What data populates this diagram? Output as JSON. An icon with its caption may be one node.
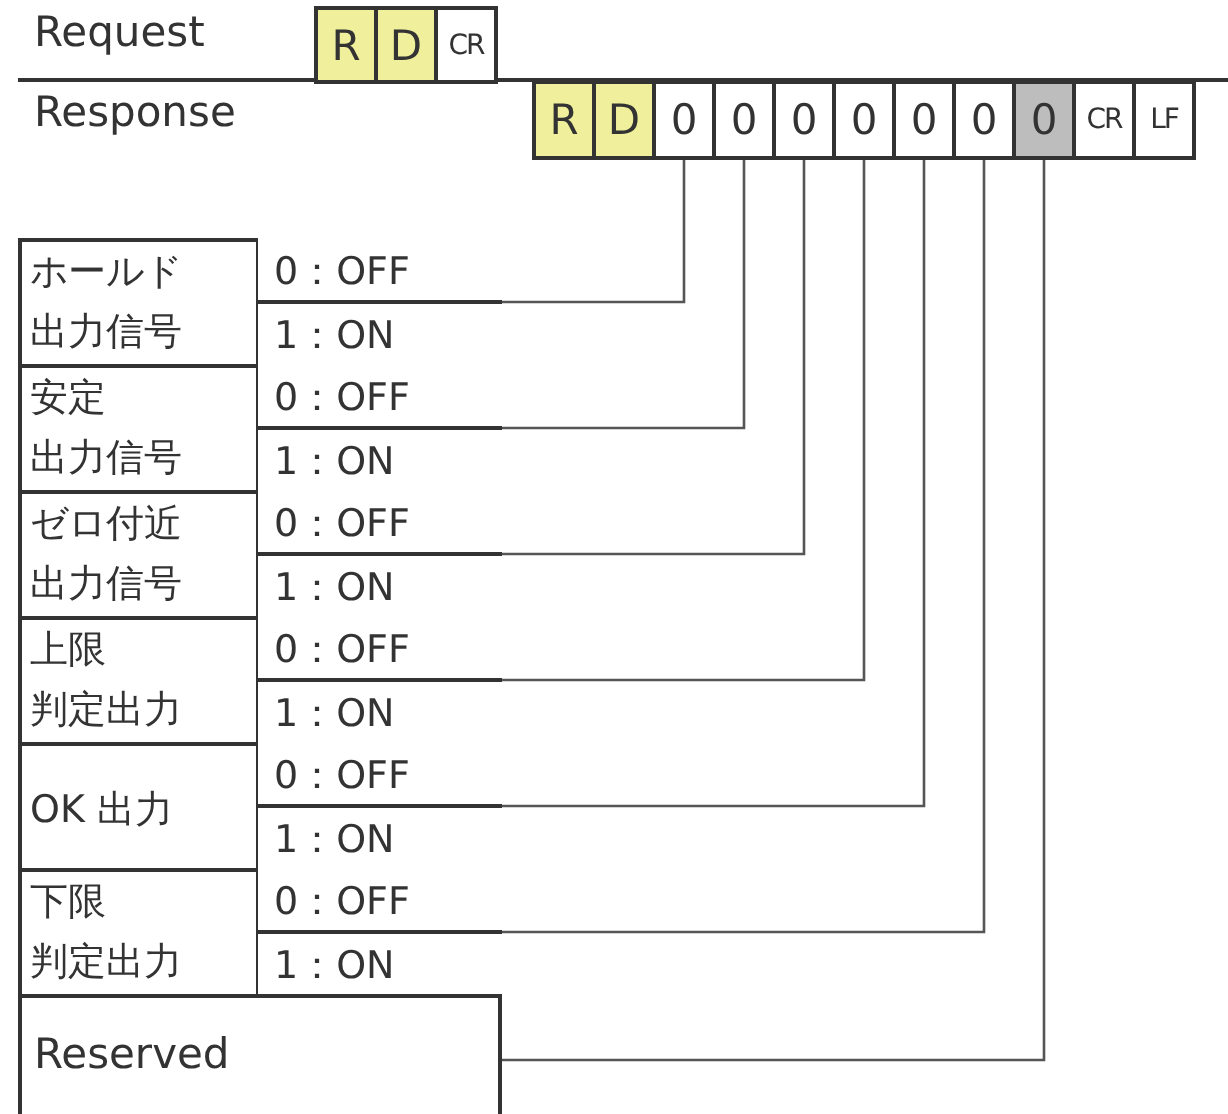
{
  "diagram": {
    "nodes": [
      {
        "text": [
          "R"
        ]
      },
      {
        "text": [
          "D"
        ]
      },
      {
        "text": [
          "CR"
        ]
      },
      {
        "text": [
          "R"
        ]
      },
      {
        "text": [
          "D"
        ]
      },
      {
        "text": [
          "0"
        ]
      },
      {
        "text": [
          "0"
        ]
      },
      {
        "text": [
          "0"
        ]
      },
      {
        "text": [
          "0"
        ]
      },
      {
        "text": [
          "0"
        ]
      },
      {
        "text": [
          "0"
        ]
      },
      {
        "text": [
          "0"
        ]
      },
      {
        "text": [
          "CR"
        ]
      },
      {
        "text": [
          "LF"
        ]
      },
      {
        "text": [],
        "shape": "box"
      },
      {
        "text": [
          "ホールド出力信号"
        ],
        "in": 14
      },
      {
        "text": [
          "0：OFF"
        ],
        "in": 14
      },
      {
        "text": [
          "1：ON"
        ],
        "in": 14
      },
      {
        "text": [],
        "shape": "box"
      },
      {
        "text": [
          "安定出力信号"
        ],
        "in": 18
      },
      {
        "text": [
          "0：OFF"
        ],
        "in": 18
      },
      {
        "text": [
          "1：ON"
        ],
        "in": 18
      },
      {
        "text": [],
        "shape": "box"
      },
      {
        "text": [
          "ゼロ付近出力信号"
        ],
        "in": 22
      },
      {
        "text": [
          "0：OFF"
        ],
        "in": 22
      },
      {
        "text": [
          "1：ON"
        ],
        "in": 22
      },
      {
        "text": [],
        "shape": "box"
      },
      {
        "text": [
          "上限判定出力"
        ],
        "in": 26
      },
      {
        "text": [
          "0：OFF"
        ],
        "in": 26
      },
      {
        "text": [
          "1：ON"
        ],
        "in": 26
      },
      {
        "text": [],
        "shape": "box"
      },
      {
        "text": [
          "OK 出力"
        ],
        "in": 30
      },
      {
        "text": [
          "0：OFF"
        ],
        "in": 30
      },
      {
        "text": [
          "1：ON"
        ],
        "in": 30
      },
      {
        "text": [],
        "shape": "box"
      },
      {
        "text": [
          "下限判定出力"
        ],
        "in": 34
      },
      {
        "text": [
          "0：OFF"
        ],
        "in": 34
      },
      {
        "text": [
          "1：ON"
        ],
        "in": 34
      },
      {
        "text": [
          "Reserved"
        ]
      }
    ],
    "edges": [
      {
        "from": 5,
        "to": 14,
        "arrow": "none"
      },
      {
        "from": 6,
        "to": 18,
        "arrow": "none"
      },
      {
        "from": 7,
        "to": 22,
        "arrow": "none"
      },
      {
        "from": 8,
        "to": 26,
        "arrow": "none"
      },
      {
        "from": 9,
        "to": 30,
        "arrow": "none"
      },
      {
        "from": 10,
        "to": 34,
        "arrow": "none"
      },
      {
        "from": 11,
        "to": 38,
        "arrow": "none"
      }
    ],
    "labels": [
      "Request",
      "Response"
    ]
  }
}
